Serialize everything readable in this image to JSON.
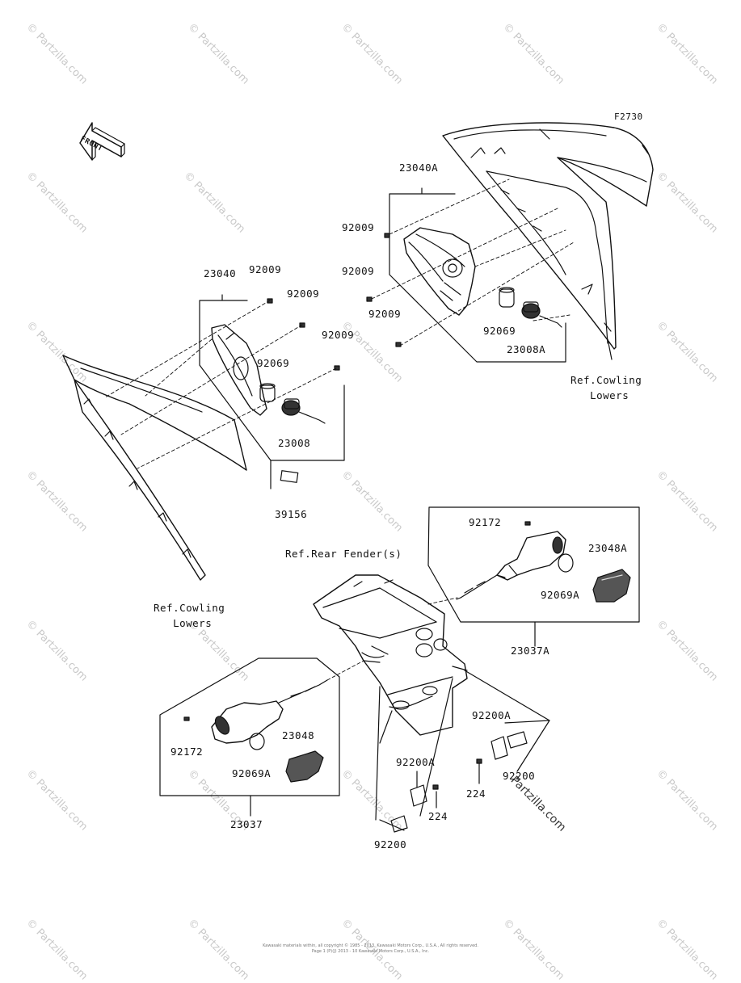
{
  "figure_code": "F2730",
  "front_arrow_label": "FRONT",
  "watermark_text": "© Partzilla.com",
  "watermark_overlay": "Partzilla.com",
  "footer": {
    "line1": "Kawasaki materials within, all copyright © 1985 - 2013, Kawasaki Motors Corp., U.S.A., All rights reserved.",
    "line2": "Page 1 (P)(J) 2013 - 10 Kawasaki Motors Corp., U.S.A., Inc."
  },
  "part_labels": {
    "p23040A": "23040A",
    "p92009_r1": "92009",
    "p92009_r2": "92009",
    "p92009_r3": "92009",
    "p92069_r": "92069",
    "p23008A": "23008A",
    "p23040": "23040",
    "p92009_l1": "92009",
    "p92009_l2": "92009",
    "p92009_l3": "92009",
    "p92069_l": "92069",
    "p23008": "23008",
    "p39156": "39156",
    "p92172_r": "92172",
    "p23048A": "23048A",
    "p92069A_r": "92069A",
    "p23037A": "23037A",
    "p92172_l": "92172",
    "p23048": "23048",
    "p92069A_l": "92069A",
    "p23037": "23037",
    "p92200A_r": "92200A",
    "p92200_r": "92200",
    "p224_r": "224",
    "p92200A_l": "92200A",
    "p224_l": "224",
    "p92200_l": "92200"
  },
  "ref_labels": {
    "cowling_right": "Ref.Cowling\n   Lowers",
    "cowling_left": "Ref.Cowling\n   Lowers",
    "rear_fender": "Ref.Rear Fender(s)"
  }
}
